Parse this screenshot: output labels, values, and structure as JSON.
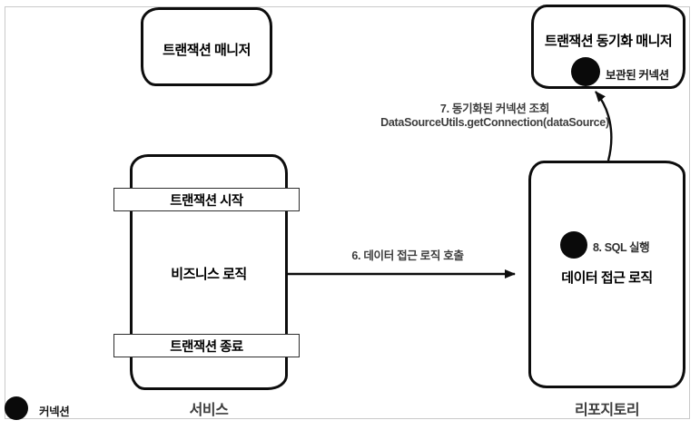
{
  "diagram": {
    "nodes": {
      "transaction_manager": {
        "title": "트랜잭션 매니저"
      },
      "transaction_sync_manager": {
        "title": "트랜잭션 동기화 매니저",
        "stored_connection_label": "보관된 커넥션"
      },
      "service": {
        "caption": "서비스",
        "start_bar_label": "트랜잭션 시작",
        "body_label": "비즈니스 로직",
        "end_bar_label": "트랜잭션 종료"
      },
      "repository": {
        "caption": "리포지토리",
        "sql_step_label": "8. SQL 실행",
        "body_label": "데이터 접근 로직"
      }
    },
    "edges": {
      "call_data_access_logic": {
        "label": "6. 데이터 접근 로직 호출"
      },
      "lookup_synced_connection": {
        "label_line1": "7. 동기화된 커넥션 조회",
        "label_line2": "DataSourceUtils.getConnection(dataSource)"
      }
    },
    "legend": {
      "connection_label": "커넥션"
    },
    "colors": {
      "stroke": "#0d0d0d",
      "frame_border": "#c9c9c9",
      "annotation_gray": "#3d3d3d",
      "background": "#ffffff"
    }
  }
}
